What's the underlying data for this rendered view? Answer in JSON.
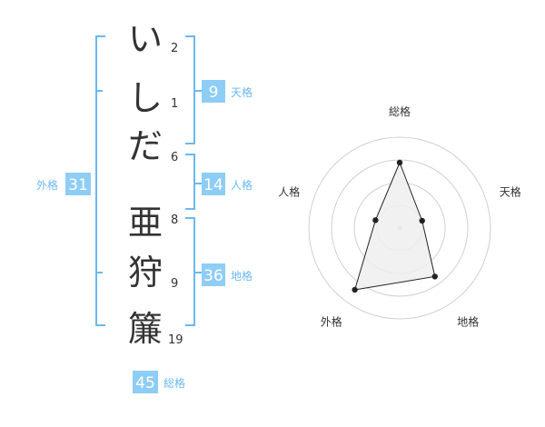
{
  "name": {
    "characters": [
      {
        "char": "い",
        "strokes": "2"
      },
      {
        "char": "し",
        "strokes": "1"
      },
      {
        "char": "だ",
        "strokes": "6"
      },
      {
        "char": "亜",
        "strokes": "8"
      },
      {
        "char": "狩",
        "strokes": "9"
      },
      {
        "char": "簾",
        "strokes": "19"
      }
    ]
  },
  "kaku": {
    "tenkaku": {
      "value": "9",
      "label": "天格"
    },
    "jinkaku": {
      "value": "14",
      "label": "人格"
    },
    "chikaku": {
      "value": "36",
      "label": "地格"
    },
    "gaikaku": {
      "value": "31",
      "label": "外格"
    },
    "soukaku": {
      "value": "45",
      "label": "総格"
    }
  },
  "chart_data": {
    "type": "radar",
    "axes": [
      "総格",
      "天格",
      "地格",
      "外格",
      "人格"
    ],
    "values": [
      3.6,
      1.3,
      3.3,
      4.2,
      1.4
    ],
    "max": 5,
    "rings": 4,
    "grid": true,
    "colors": {
      "fill": "#eeeeee",
      "line": "#222222",
      "ring": "#d0d0d0"
    }
  },
  "colors": {
    "accent_box": "#8ecdf5",
    "accent_text": "#6bb9ee"
  }
}
